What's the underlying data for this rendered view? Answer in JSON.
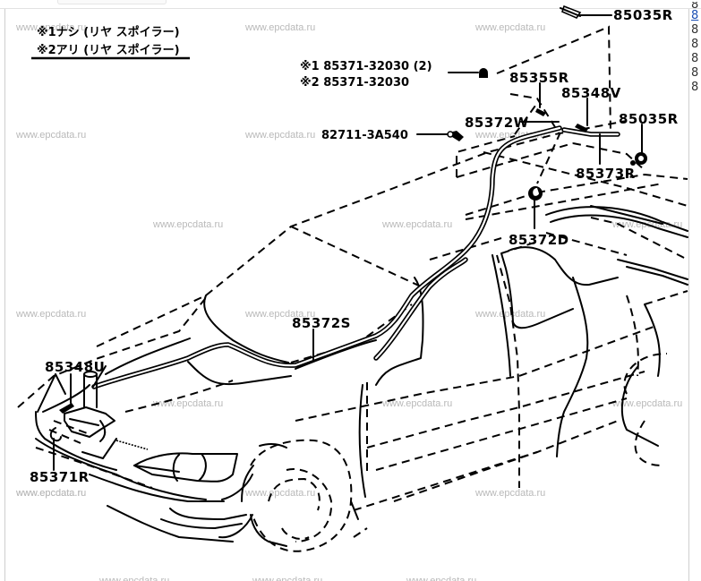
{
  "page": {
    "watermark": "www.epcdata.ru"
  },
  "legend": {
    "line1": "※1ナシ (リヤ スポイラー)",
    "line2": "※2アリ (リヤ スポイラー)"
  },
  "callouts": {
    "p85035R_top": "85035R",
    "p85371_note1": "※1 85371-32030 (2)",
    "p85371_note2": "※2 85371-32030",
    "p85355R": "85355R",
    "p85348V": "85348V",
    "p85372W": "85372W",
    "p85035R_right": "85035R",
    "p82711": "82711-3A540",
    "p85373R": "85373R",
    "p85372D": "85372D",
    "p85372S": "85372S",
    "p85348U": "85348U",
    "p85371R": "85371R"
  },
  "sidebar": {
    "items": [
      {
        "label": "8",
        "link": false
      },
      {
        "label": "8",
        "link": true
      },
      {
        "label": "8",
        "link": false
      },
      {
        "label": "8",
        "link": false
      },
      {
        "label": "8",
        "link": false
      },
      {
        "label": "8",
        "link": false
      },
      {
        "label": "8",
        "link": false
      }
    ]
  },
  "colors": {
    "line": "#000000",
    "watermark": "#b9b9b9",
    "link": "#1a4fb4",
    "border": "#cfcfcf"
  }
}
